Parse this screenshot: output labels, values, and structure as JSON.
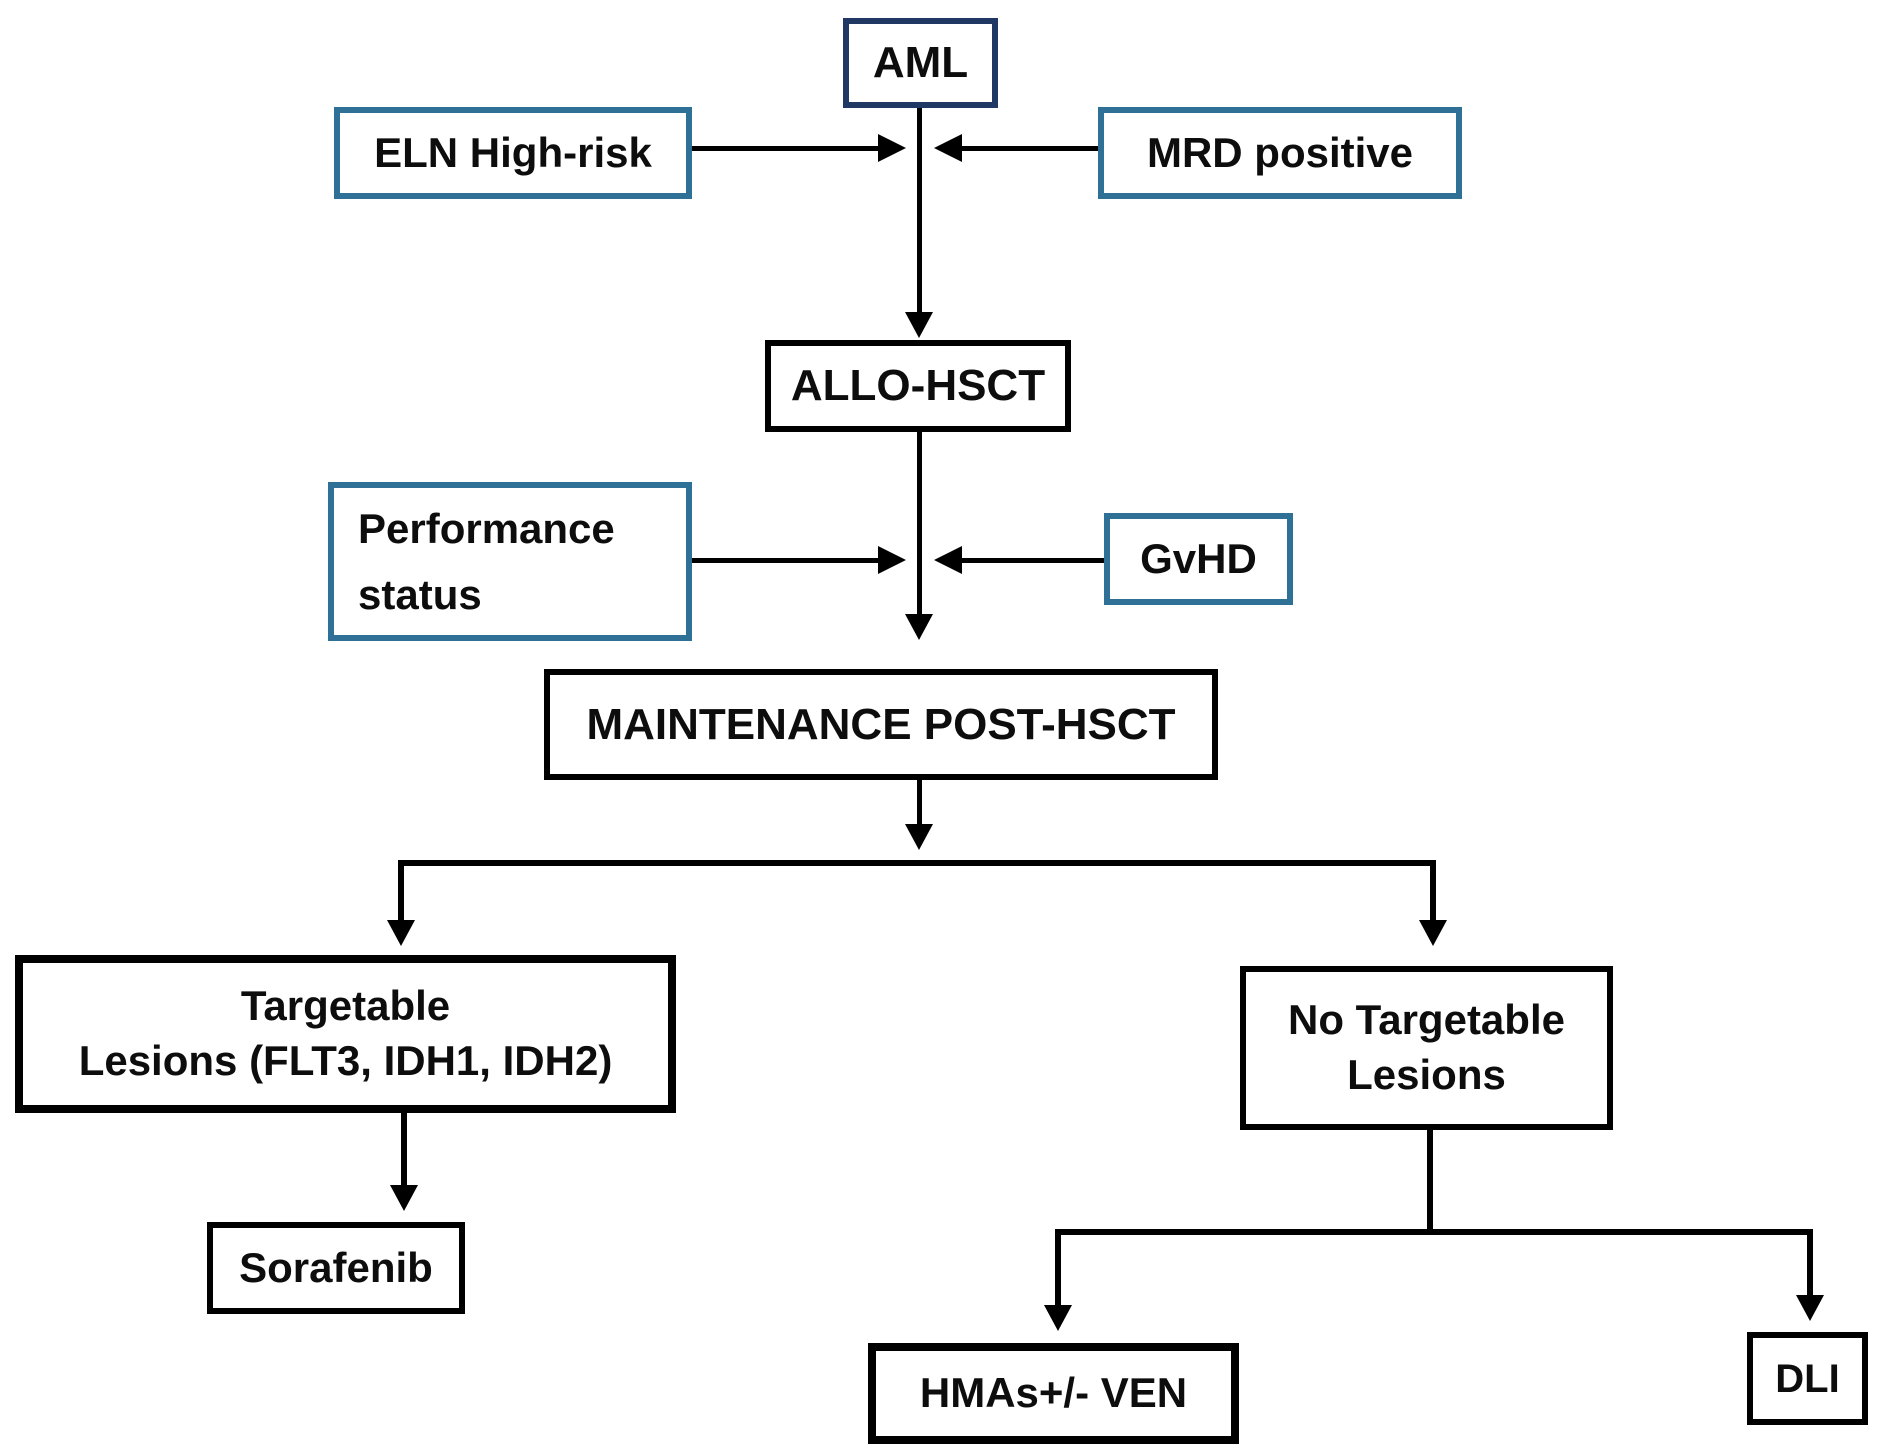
{
  "diagram": {
    "type": "flowchart",
    "nodes": {
      "aml": {
        "label": "AML"
      },
      "eln": {
        "label": "ELN High-risk"
      },
      "mrd": {
        "label": "MRD positive"
      },
      "allo": {
        "label": "ALLO-HSCT"
      },
      "performance": {
        "line1": "Performance",
        "line2": "status"
      },
      "gvhd": {
        "label": "GvHD"
      },
      "maintenance": {
        "label": "MAINTENANCE POST-HSCT"
      },
      "targetable": {
        "line1": "Targetable",
        "line2": "Lesions (FLT3, IDH1, IDH2)"
      },
      "sorafenib": {
        "label": "Sorafenib"
      },
      "no_targetable": {
        "line1": "No Targetable",
        "line2": "Lesions"
      },
      "hmas": {
        "label": "HMAs+/- VEN"
      },
      "dli": {
        "label": "DLI"
      }
    },
    "edges": [
      {
        "from": "aml",
        "to": "allo",
        "via": [
          "eln",
          "mrd"
        ]
      },
      {
        "from": "eln",
        "to": "aml-allo-line"
      },
      {
        "from": "mrd",
        "to": "aml-allo-line"
      },
      {
        "from": "allo",
        "to": "maintenance",
        "via": [
          "performance",
          "gvhd"
        ]
      },
      {
        "from": "performance",
        "to": "allo-maintenance-line"
      },
      {
        "from": "gvhd",
        "to": "allo-maintenance-line"
      },
      {
        "from": "maintenance",
        "to": "targetable"
      },
      {
        "from": "maintenance",
        "to": "no_targetable"
      },
      {
        "from": "targetable",
        "to": "sorafenib"
      },
      {
        "from": "no_targetable",
        "to": "hmas"
      },
      {
        "from": "no_targetable",
        "to": "dli"
      }
    ],
    "colors": {
      "navy_border": "#1F3864",
      "teal_border": "#2E7096",
      "black_border": "#000000",
      "connector": "#000000",
      "text": "#0D0D0D",
      "background": "#FFFFFF"
    }
  }
}
